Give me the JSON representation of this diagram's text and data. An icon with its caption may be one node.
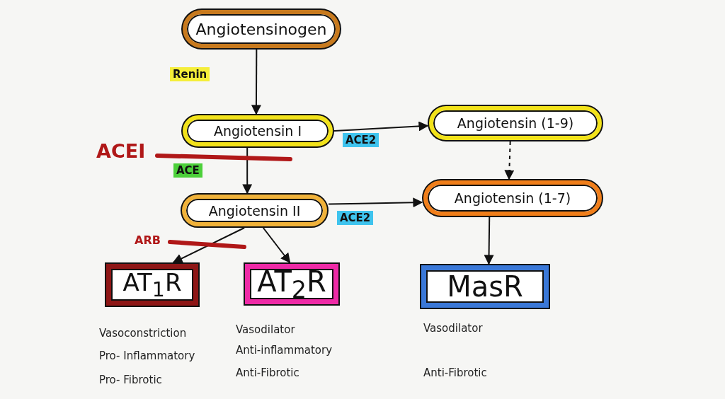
{
  "diagram": {
    "nodes": [
      {
        "text": [
          "Angiotensinogen"
        ]
      },
      {
        "text": [
          "Angiotensin I"
        ]
      },
      {
        "text": [
          "Angiotensin (1-9)"
        ]
      },
      {
        "text": [
          "Angiotensin II"
        ]
      },
      {
        "text": [
          "Angiotensin (1-7)"
        ]
      },
      {
        "text": [
          "AT$_{1}$R"
        ],
        "beside": [
          "Vasoconstriction",
          "Pro- Inflammatory",
          "Pro- Fibrotic"
        ]
      },
      {
        "text": [
          "AT$_{2}$R"
        ],
        "beside": [
          "Vasodilator",
          "Anti-inflammatory",
          "Anti-Fibrotic"
        ]
      },
      {
        "text": [
          "MasR"
        ],
        "beside": [
          "Vasodilator",
          "Anti-Fibrotic"
        ]
      }
    ],
    "edges": [
      {
        "from": 0,
        "to": 1,
        "arrow": "to",
        "label": "Renin"
      },
      {
        "from": 1,
        "to": 2,
        "arrow": "to",
        "label": "ACE2"
      },
      {
        "from": 1,
        "to": 3,
        "arrow": "to",
        "label": "ACE"
      },
      {
        "from": 3,
        "to": 4,
        "arrow": "to",
        "label": "ACE2"
      },
      {
        "from": 2,
        "to": 4,
        "arrow": "to",
        "style": "dashed"
      },
      {
        "from": 3,
        "to": 5,
        "arrow": "to"
      },
      {
        "from": 3,
        "to": 6,
        "arrow": "to"
      },
      {
        "from": 4,
        "to": 7,
        "arrow": "to"
      }
    ],
    "labels": [
      "ACEI",
      "ARB"
    ]
  }
}
